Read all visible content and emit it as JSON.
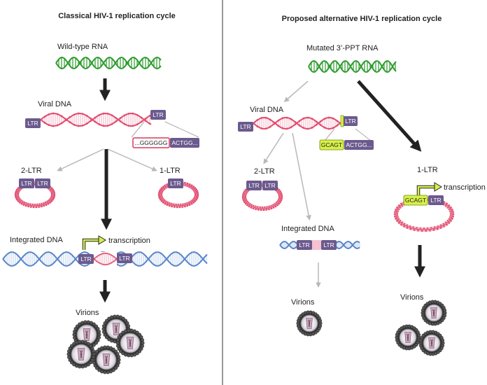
{
  "colors": {
    "rna_green": "#2e9b2e",
    "dna_pink": "#e24c6e",
    "dna_pink_fill": "#f4c2d0",
    "dna_blue": "#5a86c8",
    "ltr_box": "#6b5a8e",
    "highlight_yellow": "#d8f04a",
    "highlight_red": "#d83a5a",
    "arrow_dark": "#222222",
    "arrow_light": "#b8b8b8",
    "divider": "#777777"
  },
  "left_panel": {
    "title": "Classical HIV-1 replication cycle",
    "rna_label": "Wild-type RNA",
    "viral_dna_label": "Viral DNA",
    "ltr": "LTR",
    "seq_left": "...GGGGGG",
    "seq_right": "ACTGG...",
    "two_ltr_label": "2-LTR",
    "one_ltr_label": "1-LTR",
    "integrated_label": "Integrated DNA",
    "transcription_label": "transcription",
    "virions_label": "Virions"
  },
  "right_panel": {
    "title": "Proposed alternative HIV-1 replication cycle",
    "rna_label": "Mutated 3’-PPT RNA",
    "viral_dna_label": "Viral DNA",
    "ltr": "LTR",
    "seq_left": "GCAGT",
    "seq_right": "ACTGG...",
    "two_ltr_label": "2-LTR",
    "one_ltr_label": "1-LTR",
    "transcription_label": "transcription",
    "circle_seq": "GCAGT",
    "integrated_label": "Integrated DNA",
    "virions_label_left": "Virions",
    "virions_label_right": "Virions"
  },
  "icons": [
    "rna-helix-icon",
    "dna-helix-icon",
    "circular-dna-icon",
    "virion-icon",
    "transcription-arrow-icon",
    "flow-arrow-icon"
  ]
}
